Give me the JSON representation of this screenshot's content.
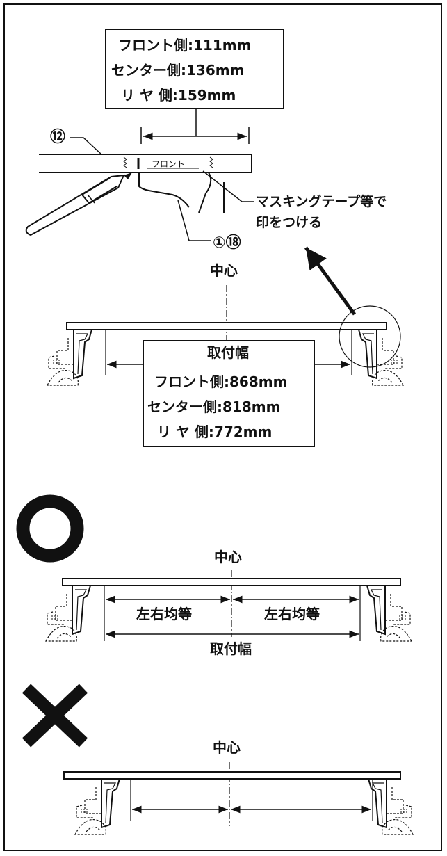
{
  "top_box": {
    "line1": "フロント側:111mm",
    "line2": "センター側:136mm",
    "line3": "リ ヤ 側:159mm"
  },
  "detail": {
    "part_12": "⑫",
    "part_1_18": "①⑱",
    "tape_label": "フロント",
    "note_line1": "マスキングテープ等で",
    "note_line2": "印をつける"
  },
  "main_view": {
    "center_label": "中心",
    "width_title": "取付幅",
    "width_front": "フロント側:868mm",
    "width_center": "センター側:818mm",
    "width_rear": "リ ヤ 側:772mm"
  },
  "correct_view": {
    "symbol": "〇",
    "center_label": "中心",
    "left_equal": "左右均等",
    "right_equal": "左右均等",
    "width_label": "取付幅"
  },
  "wrong_view": {
    "symbol": "✕",
    "center_label": "中心"
  }
}
